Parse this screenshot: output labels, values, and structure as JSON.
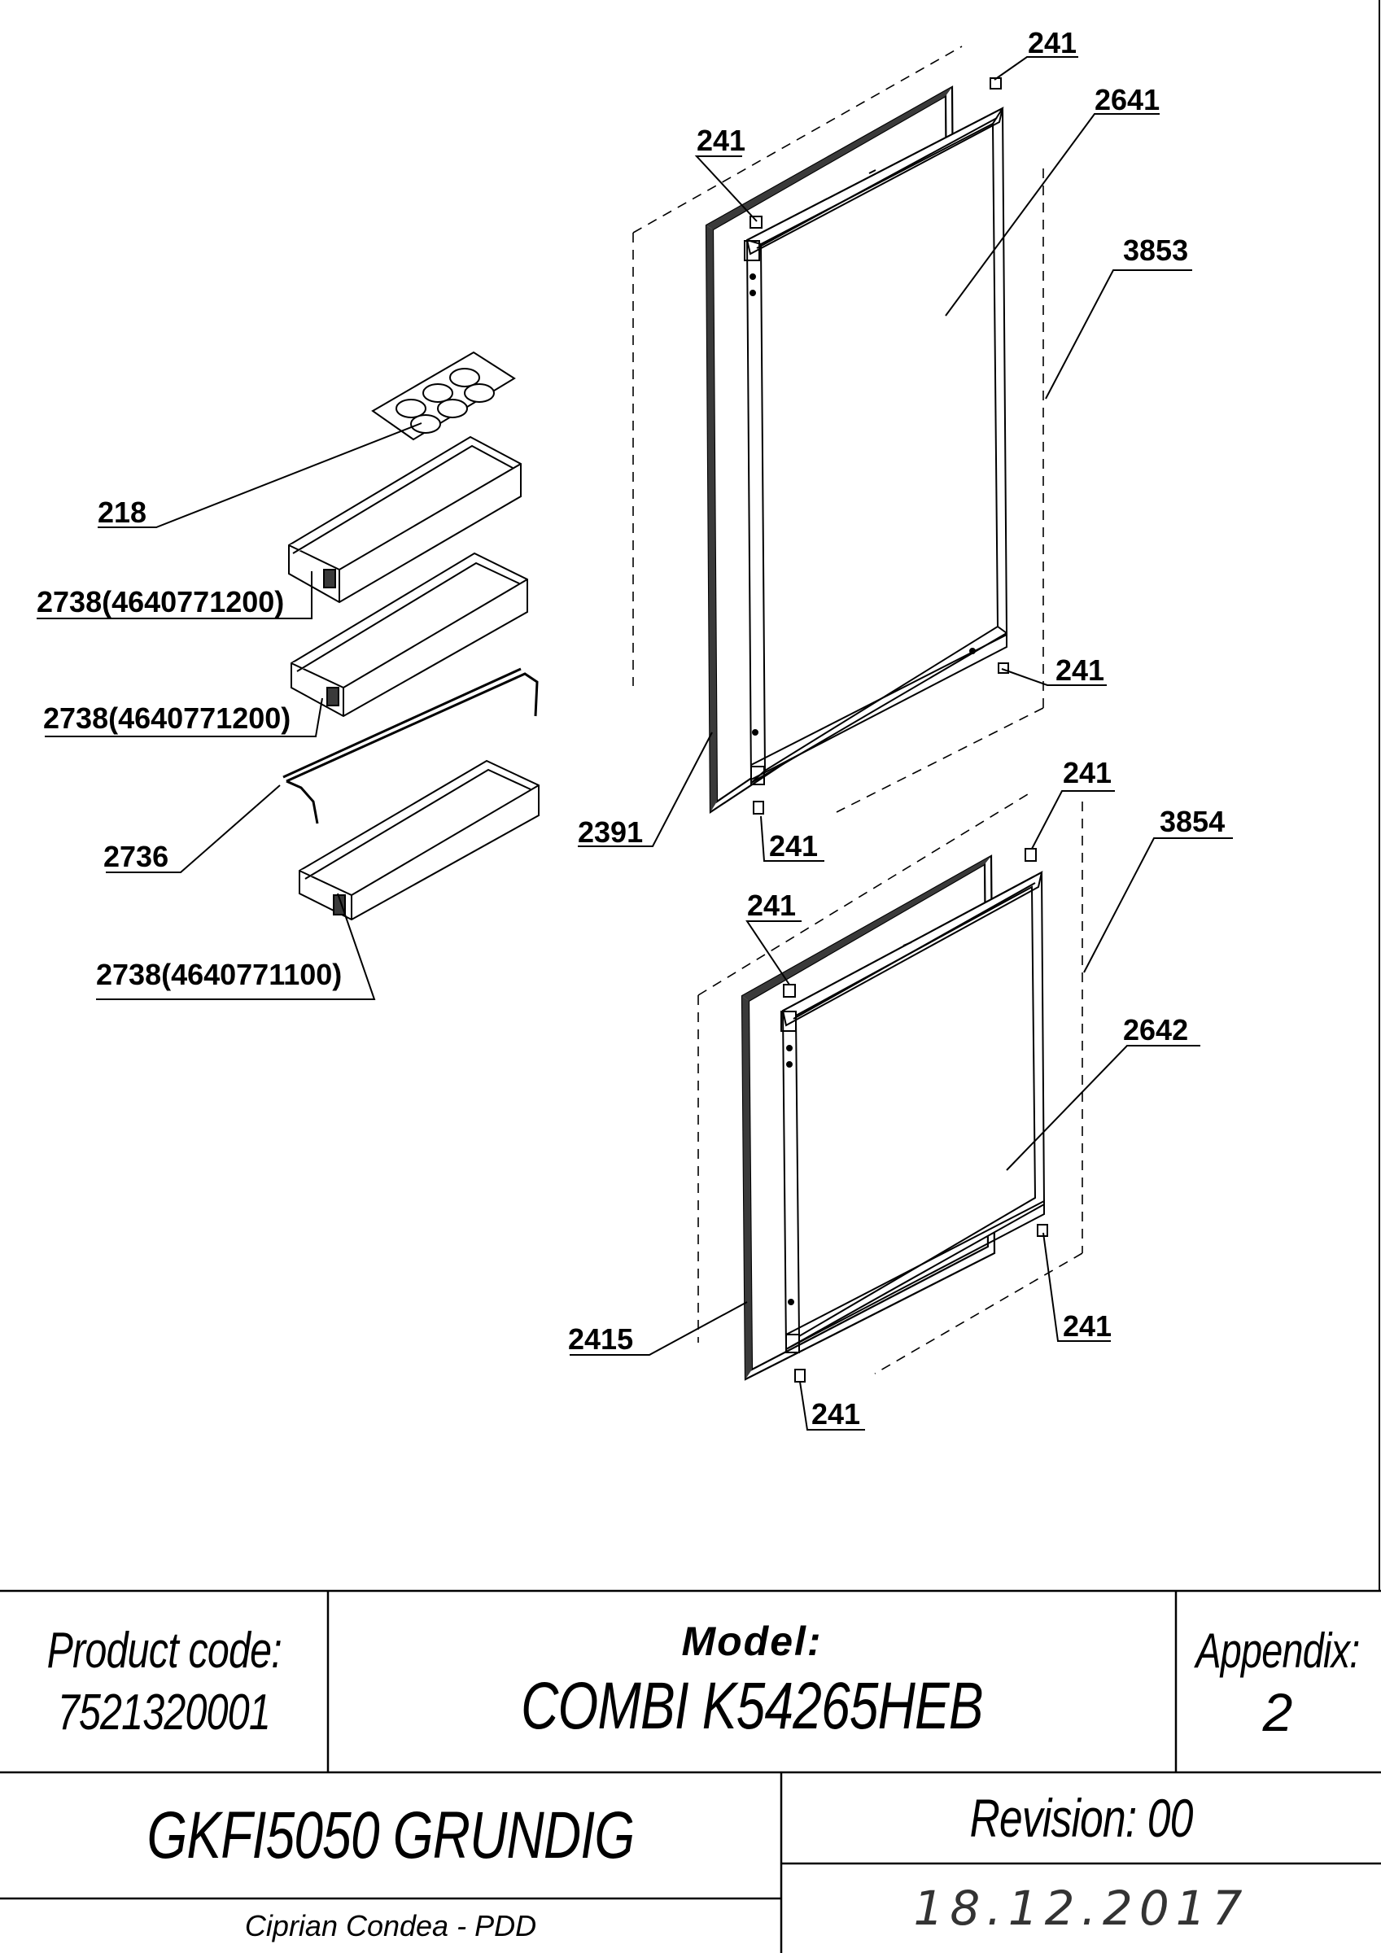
{
  "parts": [
    {
      "id": "cl-241-top",
      "label": "241"
    },
    {
      "id": "cl-2641",
      "label": "2641"
    },
    {
      "id": "cl-241-upper-left",
      "label": "241"
    },
    {
      "id": "cl-3853",
      "label": "3853"
    },
    {
      "id": "cl-218",
      "label": "218"
    },
    {
      "id": "cl-2738-a",
      "label": "2738(4640771200)"
    },
    {
      "id": "cl-2738-b",
      "label": "2738(4640771200)"
    },
    {
      "id": "cl-241-upper-right-bottom",
      "label": "241"
    },
    {
      "id": "cl-2736",
      "label": "2736"
    },
    {
      "id": "cl-2391",
      "label": "2391"
    },
    {
      "id": "cl-241-upper-bottom",
      "label": "241"
    },
    {
      "id": "cl-241-lower-top-right",
      "label": "241"
    },
    {
      "id": "cl-3854",
      "label": "3854"
    },
    {
      "id": "cl-241-lower-left",
      "label": "241"
    },
    {
      "id": "cl-2738-c",
      "label": "2738(4640771100)"
    },
    {
      "id": "cl-2642",
      "label": "2642"
    },
    {
      "id": "cl-2415",
      "label": "2415"
    },
    {
      "id": "cl-241-lower-right-bottom",
      "label": "241"
    },
    {
      "id": "cl-241-lower-bottom",
      "label": "241"
    }
  ],
  "title_block": {
    "product_code_label": "Product code:",
    "product_code": "7521320001",
    "model_label": "Model:",
    "model": "COMBI K54265HEB",
    "appendix_label": "Appendix:",
    "appendix": "2",
    "product_name": "GKFI5050 GRUNDIG",
    "revision": "Revision: 00",
    "author": "Ciprian Condea - PDD",
    "date": "18.12.2017"
  }
}
